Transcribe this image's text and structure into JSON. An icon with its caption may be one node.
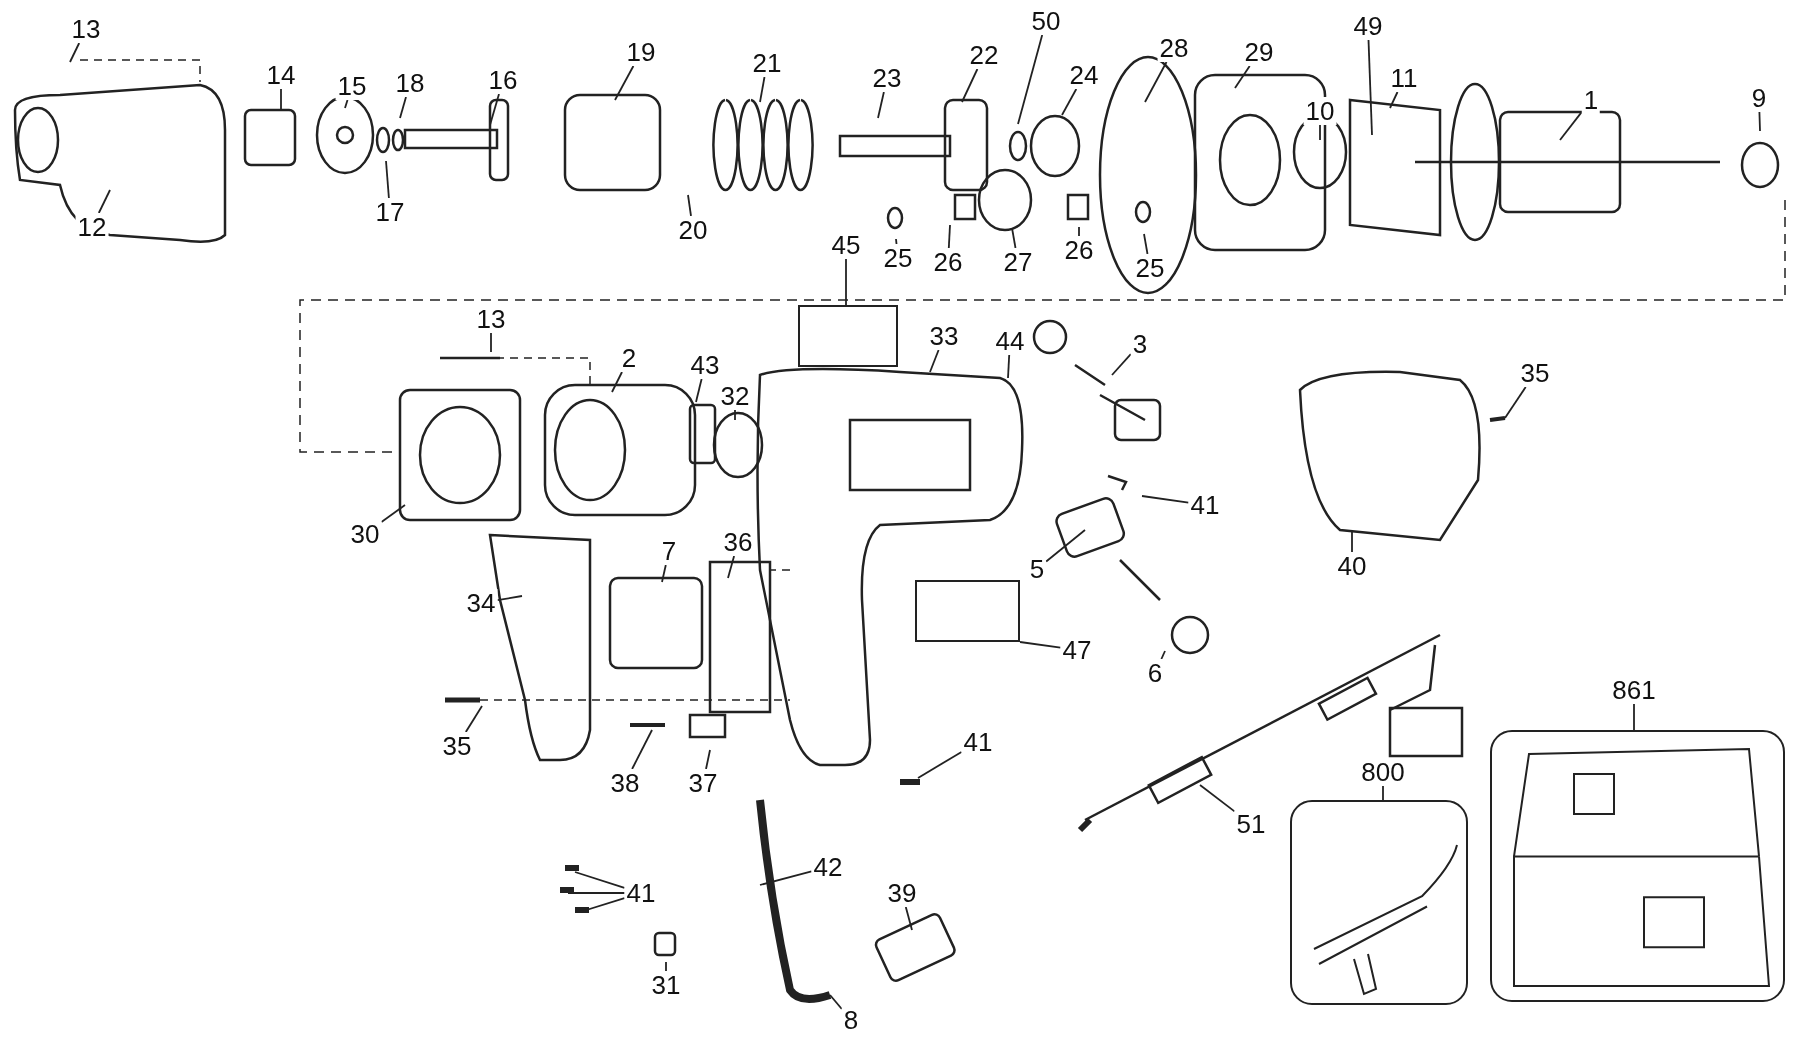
{
  "diagram": {
    "nodes": [
      {
        "text": [
          "13"
        ]
      },
      {
        "text": [
          "14"
        ]
      },
      {
        "text": [
          "15"
        ]
      },
      {
        "text": [
          "18"
        ]
      },
      {
        "text": [
          "17"
        ]
      },
      {
        "text": [
          "16"
        ]
      },
      {
        "text": [
          "19"
        ]
      },
      {
        "text": [
          "20"
        ]
      },
      {
        "text": [
          "21"
        ]
      },
      {
        "text": [
          "23"
        ]
      },
      {
        "text": [
          "22"
        ]
      },
      {
        "text": [
          "50"
        ]
      },
      {
        "text": [
          "24"
        ]
      },
      {
        "text": [
          "28"
        ]
      },
      {
        "text": [
          "29"
        ]
      },
      {
        "text": [
          "49"
        ]
      },
      {
        "text": [
          "10"
        ]
      },
      {
        "text": [
          "11"
        ]
      },
      {
        "text": [
          "1"
        ]
      },
      {
        "text": [
          "9"
        ]
      },
      {
        "text": [
          "12"
        ]
      },
      {
        "text": [
          "25"
        ]
      },
      {
        "text": [
          "26"
        ]
      },
      {
        "text": [
          "27"
        ]
      },
      {
        "text": [
          "26"
        ]
      },
      {
        "text": [
          "25"
        ]
      },
      {
        "text": [
          "45"
        ]
      },
      {
        "text": [
          "33"
        ]
      },
      {
        "text": [
          "44"
        ]
      },
      {
        "text": [
          "3"
        ]
      },
      {
        "text": [
          "35"
        ]
      },
      {
        "text": [
          "13"
        ]
      },
      {
        "text": [
          "2"
        ]
      },
      {
        "text": [
          "43"
        ]
      },
      {
        "text": [
          "32"
        ]
      },
      {
        "text": [
          "30"
        ]
      },
      {
        "text": [
          "41"
        ]
      },
      {
        "text": [
          "40"
        ]
      },
      {
        "text": [
          "5"
        ]
      },
      {
        "text": [
          "7"
        ]
      },
      {
        "text": [
          "36"
        ]
      },
      {
        "text": [
          "34"
        ]
      },
      {
        "text": [
          "47"
        ]
      },
      {
        "text": [
          "6"
        ]
      },
      {
        "text": [
          "35"
        ]
      },
      {
        "text": [
          "38"
        ]
      },
      {
        "text": [
          "37"
        ]
      },
      {
        "text": [
          "41"
        ]
      },
      {
        "text": [
          "51"
        ]
      },
      {
        "text": [
          "800"
        ]
      },
      {
        "text": [
          "861"
        ]
      },
      {
        "text": [
          "41"
        ]
      },
      {
        "text": [
          "42"
        ]
      },
      {
        "text": [
          "39"
        ]
      },
      {
        "text": [
          "31"
        ]
      },
      {
        "text": [
          "8"
        ]
      },
      {
        "text": [],
        "shape": "box"
      },
      {
        "text": [],
        "shape": "box"
      },
      {
        "text": [],
        "shape": "picture"
      },
      {
        "text": [],
        "shape": "picture"
      }
    ],
    "edges": [
      {
        "from": 0,
        "to": null,
        "arrow": "none"
      },
      {
        "from": 1,
        "to": null,
        "arrow": "none"
      },
      {
        "from": 2,
        "to": null,
        "arrow": "none"
      },
      {
        "from": 3,
        "to": null,
        "arrow": "none"
      },
      {
        "from": 4,
        "to": null,
        "arrow": "none"
      },
      {
        "from": 5,
        "to": null,
        "arrow": "none"
      },
      {
        "from": 6,
        "to": null,
        "arrow": "none"
      },
      {
        "from": 7,
        "to": null,
        "arrow": "none"
      },
      {
        "from": 8,
        "to": null,
        "arrow": "none"
      },
      {
        "from": 9,
        "to": null,
        "arrow": "none"
      },
      {
        "from": 10,
        "to": null,
        "arrow": "none"
      },
      {
        "from": 11,
        "to": null,
        "arrow": "none"
      },
      {
        "from": 12,
        "to": null,
        "arrow": "none"
      },
      {
        "from": 13,
        "to": null,
        "arrow": "none"
      },
      {
        "from": 14,
        "to": null,
        "arrow": "none"
      },
      {
        "from": 15,
        "to": null,
        "arrow": "none"
      },
      {
        "from": 16,
        "to": null,
        "arrow": "none"
      },
      {
        "from": 17,
        "to": null,
        "arrow": "none"
      },
      {
        "from": 18,
        "to": null,
        "arrow": "none"
      },
      {
        "from": 19,
        "to": null,
        "arrow": "none"
      },
      {
        "from": 20,
        "to": null,
        "arrow": "none"
      },
      {
        "from": 21,
        "to": null,
        "arrow": "none"
      },
      {
        "from": 22,
        "to": null,
        "arrow": "none"
      },
      {
        "from": 23,
        "to": null,
        "arrow": "none"
      },
      {
        "from": 24,
        "to": null,
        "arrow": "none"
      },
      {
        "from": 25,
        "to": null,
        "arrow": "none"
      },
      {
        "from": 26,
        "to": 56,
        "arrow": "none"
      },
      {
        "from": 27,
        "to": null,
        "arrow": "none"
      },
      {
        "from": 28,
        "to": null,
        "arrow": "none"
      },
      {
        "from": 29,
        "to": null,
        "arrow": "none"
      },
      {
        "from": 30,
        "to": null,
        "arrow": "none"
      },
      {
        "from": 31,
        "to": null,
        "arrow": "none"
      },
      {
        "from": 32,
        "to": null,
        "arrow": "none"
      },
      {
        "from": 33,
        "to": null,
        "arrow": "none"
      },
      {
        "from": 34,
        "to": null,
        "arrow": "none"
      },
      {
        "from": 35,
        "to": null,
        "arrow": "none"
      },
      {
        "from": 36,
        "to": null,
        "arrow": "none"
      },
      {
        "from": 37,
        "to": null,
        "arrow": "none"
      },
      {
        "from": 38,
        "to": null,
        "arrow": "none"
      },
      {
        "from": 39,
        "to": null,
        "arrow": "none"
      },
      {
        "from": 40,
        "to": null,
        "arrow": "none"
      },
      {
        "from": 41,
        "to": null,
        "arrow": "none"
      },
      {
        "from": 42,
        "to": 57,
        "arrow": "none"
      },
      {
        "from": 43,
        "to": null,
        "arrow": "none"
      },
      {
        "from": 44,
        "to": null,
        "arrow": "none"
      },
      {
        "from": 45,
        "to": null,
        "arrow": "none"
      },
      {
        "from": 46,
        "to": null,
        "arrow": "none"
      },
      {
        "from": 47,
        "to": null,
        "arrow": "none"
      },
      {
        "from": 48,
        "to": null,
        "arrow": "none"
      },
      {
        "from": 49,
        "to": 58,
        "arrow": "none"
      },
      {
        "from": 50,
        "to": 59,
        "arrow": "none"
      },
      {
        "from": 51,
        "to": null,
        "arrow": "none"
      },
      {
        "from": 51,
        "to": null,
        "arrow": "none"
      },
      {
        "from": 51,
        "to": null,
        "arrow": "none"
      },
      {
        "from": 52,
        "to": null,
        "arrow": "none"
      },
      {
        "from": 53,
        "to": null,
        "arrow": "none"
      },
      {
        "from": 54,
        "to": null,
        "arrow": "none"
      },
      {
        "from": 55,
        "to": null,
        "arrow": "none"
      }
    ]
  }
}
